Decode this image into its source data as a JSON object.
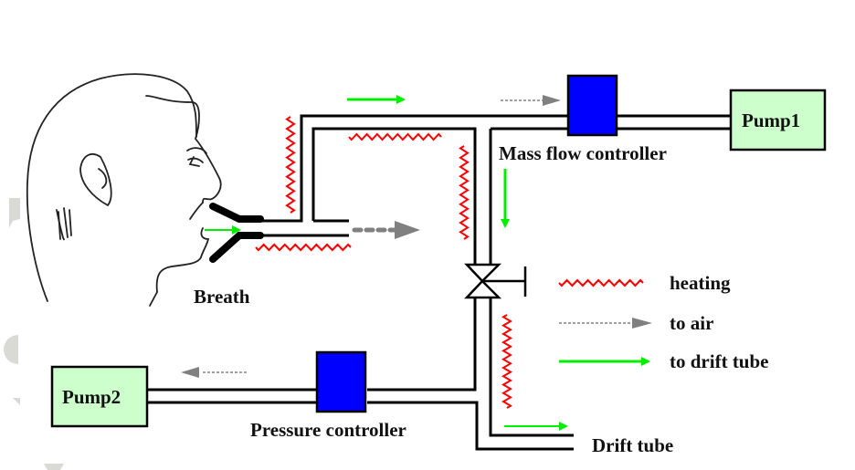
{
  "labels": {
    "breath": "Breath",
    "mass_flow_controller": "Mass flow controller",
    "pump1": "Pump1",
    "pump2": "Pump2",
    "pressure_controller": "Pressure controller",
    "drift_tube": "Drift tube"
  },
  "legend": {
    "items": [
      {
        "icon": "heating-zigzag-icon",
        "label": "heating"
      },
      {
        "icon": "gray-dotted-arrow-icon",
        "label": "to air"
      },
      {
        "icon": "green-arrow-icon",
        "label": "to drift tube"
      }
    ]
  },
  "colors": {
    "tube": "#000000",
    "heating": "#ff0000",
    "to_air_arrow": "#808080",
    "to_drift_arrow": "#00ee00",
    "controller_fill": "#0000ff",
    "pump_fill": "#ccffcc"
  }
}
